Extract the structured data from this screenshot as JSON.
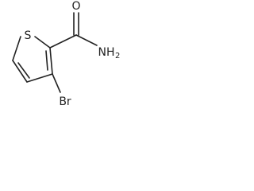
{
  "atoms": {
    "sulfur": "S",
    "oxygen": "O",
    "amide_n": "NH",
    "amide_n_subscript": "2",
    "bromine": "Br"
  },
  "colors": {
    "bond": "#222222",
    "background": "#ffffff"
  }
}
